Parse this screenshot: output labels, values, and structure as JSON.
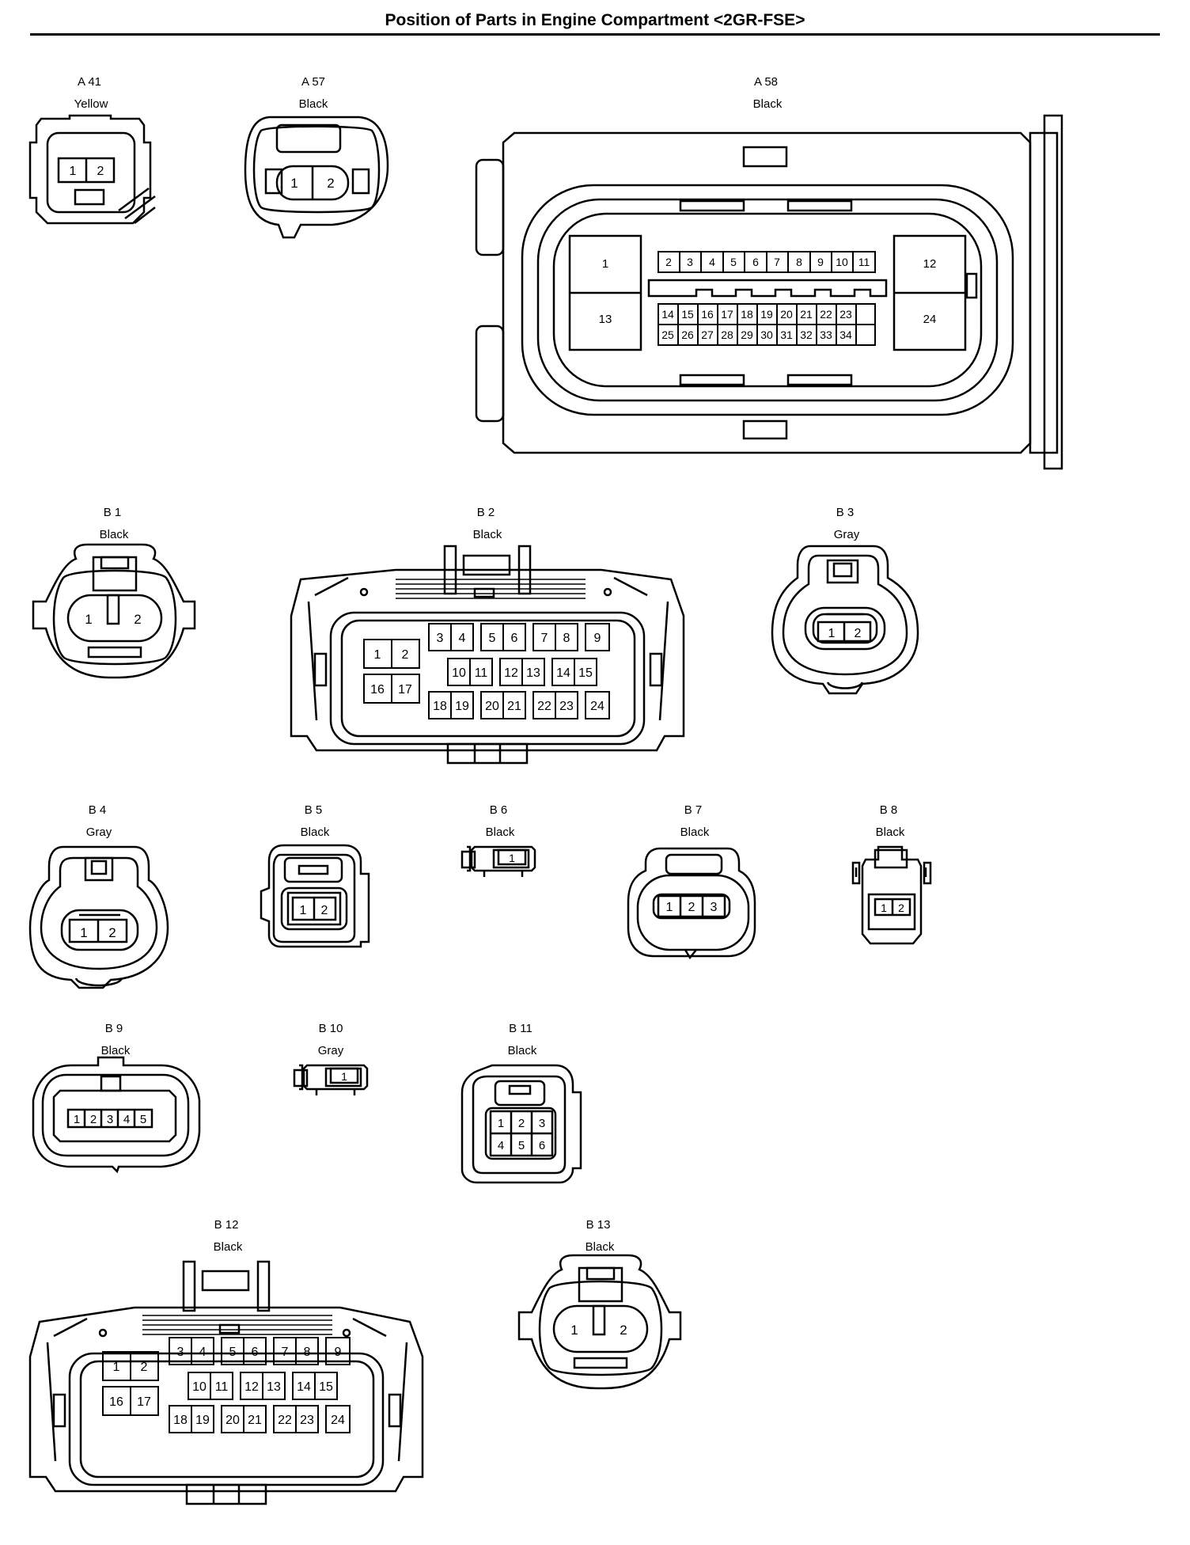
{
  "title": "Position of Parts in Engine Compartment <2GR-FSE>",
  "connectors": [
    {
      "id": "A 41",
      "color": "Yellow"
    },
    {
      "id": "A 57",
      "color": "Black"
    },
    {
      "id": "A 58",
      "color": "Black"
    },
    {
      "id": "B 1",
      "color": "Black"
    },
    {
      "id": "B 2",
      "color": "Black"
    },
    {
      "id": "B 3",
      "color": "Gray"
    },
    {
      "id": "B 4",
      "color": "Gray"
    },
    {
      "id": "B 5",
      "color": "Black"
    },
    {
      "id": "B 6",
      "color": "Black"
    },
    {
      "id": "B 7",
      "color": "Black"
    },
    {
      "id": "B 8",
      "color": "Black"
    },
    {
      "id": "B 9",
      "color": "Black"
    },
    {
      "id": "B 10",
      "color": "Gray"
    },
    {
      "id": "B 11",
      "color": "Black"
    },
    {
      "id": "B 12",
      "color": "Black"
    },
    {
      "id": "B 13",
      "color": "Black"
    }
  ]
}
